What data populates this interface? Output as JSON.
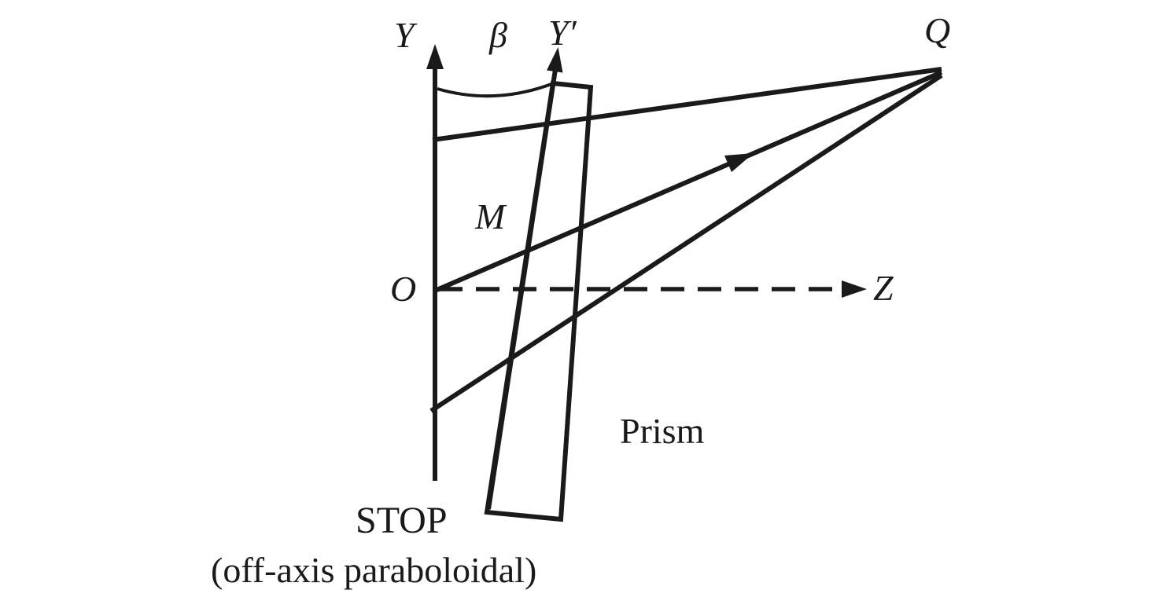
{
  "diagram": {
    "title_hint": "Optical layout: off-axis paraboloidal stop, prism and ray fan to point Q",
    "labels": {
      "y_axis": "Y",
      "beta_angle": "β",
      "y_prime_axis": "Y′",
      "q_point": "Q",
      "m_point": "M",
      "origin": "O",
      "z_axis": "Z",
      "prism": "Prism",
      "stop": "STOP",
      "stop_subtitle": "(off-axis paraboloidal)"
    },
    "colors": {
      "ink": "#1a1a1a",
      "background": "#ffffff"
    }
  }
}
